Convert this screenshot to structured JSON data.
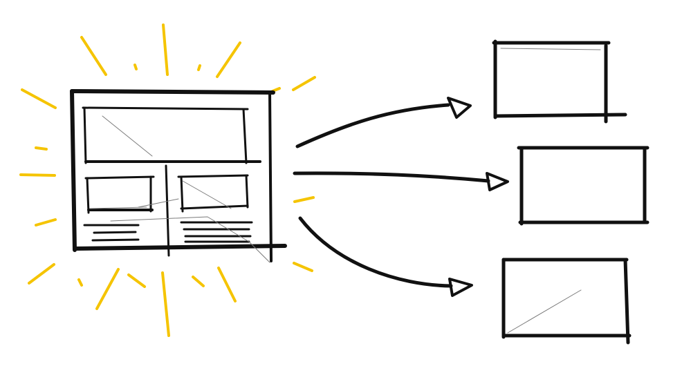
{
  "colors": {
    "background": "#ffffff",
    "ink": "#111111",
    "faint_ink": "#7a7a7a",
    "glow": "#f5c400"
  },
  "source": {
    "icon": "webpage-wireframe-icon"
  },
  "connectors": [
    {
      "icon": "arrow-icon",
      "direction": "up"
    },
    {
      "icon": "arrow-icon",
      "direction": "straight"
    },
    {
      "icon": "arrow-icon",
      "direction": "down"
    }
  ],
  "targets": [
    {
      "icon": "empty-frame-icon"
    },
    {
      "icon": "empty-frame-icon"
    },
    {
      "icon": "empty-frame-icon"
    }
  ]
}
